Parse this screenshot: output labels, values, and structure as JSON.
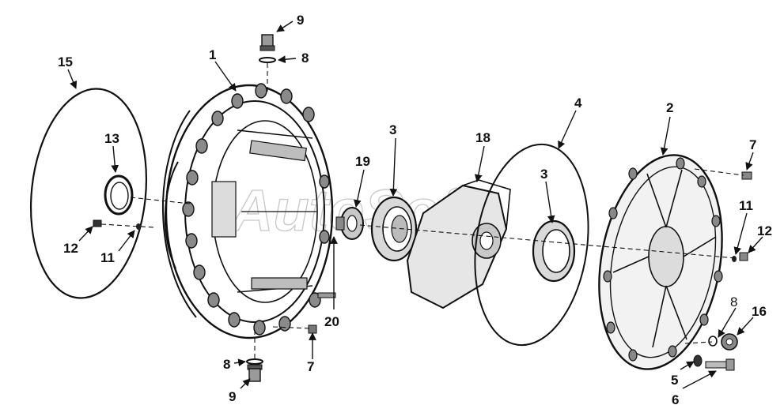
{
  "watermark": "AutoSoft",
  "callouts": {
    "c15": "15",
    "c1": "1",
    "c9_top": "9",
    "c8_top": "8",
    "c13": "13",
    "c12_left": "12",
    "c11_left": "11",
    "c19": "19",
    "c3_left": "3",
    "c18": "18",
    "c4": "4",
    "c3_right": "3",
    "c2": "2",
    "c7_right": "7",
    "c11_right": "11",
    "c12_right": "12",
    "c8_right": "8",
    "c16": "16",
    "c5": "5",
    "c6": "6",
    "c20": "20",
    "c7_bottom": "7",
    "c8_bottom": "8",
    "c9_bottom": "9"
  }
}
